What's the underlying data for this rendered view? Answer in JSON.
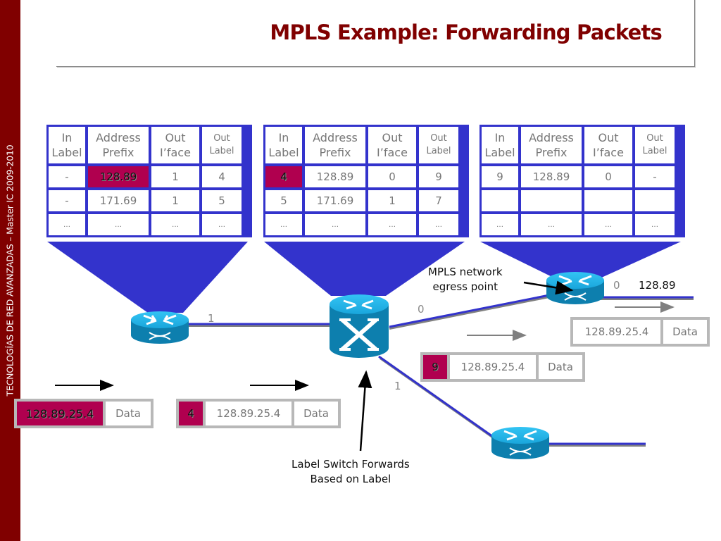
{
  "sidebar": {
    "text": "TECNOLOGÍAS DE RED AVANZADAS – Master IC 2009-2010"
  },
  "title": "MPLS Example:  Forwarding Packets",
  "colors": {
    "brand": "#800000",
    "lfib_blue": "#3333cc",
    "highlight": "#b0004f",
    "router_blue": "#1e8fc0",
    "link": "#3333cc",
    "packet_border": "#b8b8b8"
  },
  "lfib_headers": [
    {
      "line1": "In",
      "line2": "Label"
    },
    {
      "line1": "Address",
      "line2": "Prefix"
    },
    {
      "line1": "Out",
      "line2": "I’face"
    },
    {
      "line1": "Out",
      "line2": "Label"
    }
  ],
  "lfibs": [
    {
      "name": "ingress",
      "rows": [
        [
          "-",
          "128.89",
          "1",
          "4"
        ],
        [
          "-",
          "171.69",
          "1",
          "5"
        ],
        [
          "…",
          "…",
          "…",
          "…"
        ]
      ],
      "highlight": {
        "row": 0,
        "col": 1
      }
    },
    {
      "name": "core",
      "rows": [
        [
          "4",
          "128.89",
          "0",
          "9"
        ],
        [
          "5",
          "171.69",
          "1",
          "7"
        ],
        [
          "…",
          "…",
          "…",
          "…"
        ]
      ],
      "highlight": {
        "row": 0,
        "col": 0
      }
    },
    {
      "name": "egress",
      "rows": [
        [
          "9",
          "128.89",
          "0",
          "-"
        ],
        [
          "",
          "",
          "",
          ""
        ],
        [
          "…",
          "…",
          "…",
          "…"
        ]
      ],
      "highlight": null
    }
  ],
  "ports": {
    "ingress_out": "1",
    "core_out0": "0",
    "core_out1": "1",
    "egress_out": "0",
    "egress_prefix": "128.89"
  },
  "annotations": {
    "egress_line1": "MPLS network",
    "egress_line2": "egress point",
    "switch_line1": "Label Switch Forwards",
    "switch_line2": "Based on Label"
  },
  "packets": {
    "p1": {
      "address": "128.89.25.4",
      "data": "Data"
    },
    "p2": {
      "label": "4",
      "address": "128.89.25.4",
      "data": "Data"
    },
    "p3": {
      "label": "9",
      "address": "128.89.25.4",
      "data": "Data"
    },
    "p4": {
      "address": "128.89.25.4",
      "data": "Data"
    }
  }
}
